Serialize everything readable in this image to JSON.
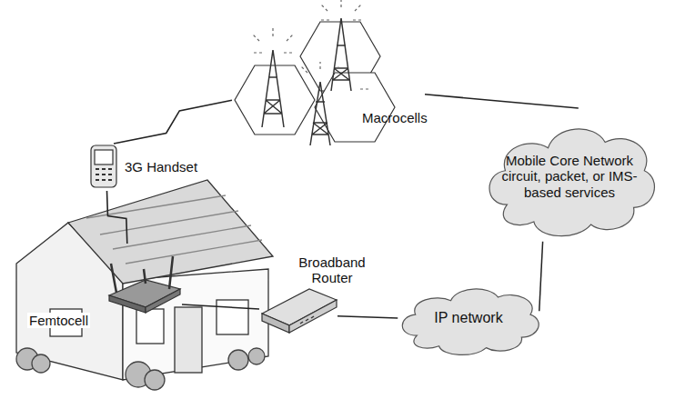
{
  "diagram": {
    "nodes": [
      {
        "text": [
          "Macrocells"
        ]
      },
      {
        "text": [
          "3G Handset"
        ]
      },
      {
        "text": [
          "Mobile Core Network circuit, packet, or IMS-based services"
        ]
      },
      {
        "text": [
          "Femtocell"
        ]
      },
      {
        "text": [
          "Broadband Router"
        ]
      },
      {
        "text": [
          "IP network"
        ]
      }
    ],
    "edges": [
      {
        "from": 0,
        "to": 2,
        "arrow": "none"
      },
      {
        "from": 1,
        "to": 0,
        "arrow": "none"
      },
      {
        "from": 1,
        "to": 3,
        "arrow": "none"
      },
      {
        "from": 3,
        "to": 4,
        "arrow": "none"
      },
      {
        "from": 4,
        "to": 5,
        "arrow": "none"
      },
      {
        "from": 2,
        "to": 5,
        "arrow": "none"
      }
    ]
  }
}
